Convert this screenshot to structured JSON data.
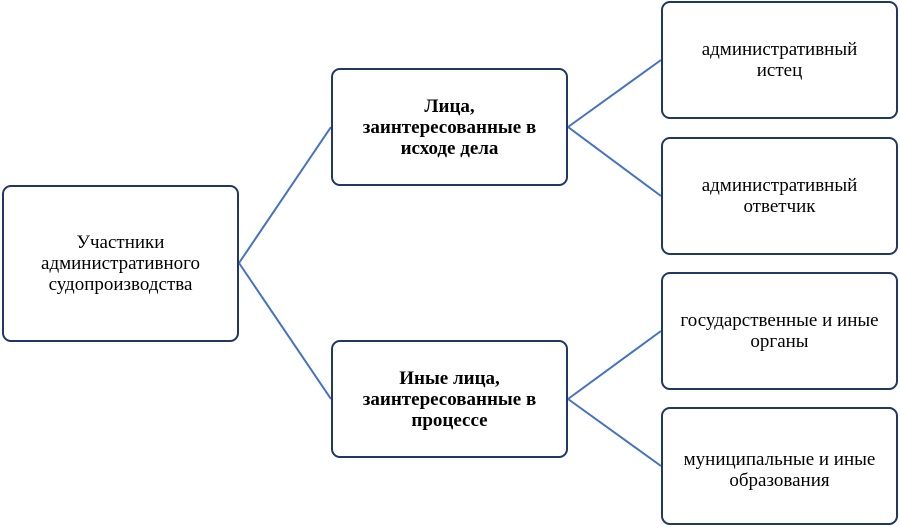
{
  "diagram": {
    "root": "Участники административного судопроизводства",
    "branches": [
      {
        "label": "Лица, заинтересованные в исходе дела",
        "children": [
          "административный истец",
          "административный ответчик"
        ]
      },
      {
        "label": "Иные лица, заинтересованные в процессе",
        "children": [
          "государственные и иные органы",
          "муниципальные и иные образования"
        ]
      }
    ],
    "line_color": "#4472c4",
    "border_color": "#1f3864"
  }
}
